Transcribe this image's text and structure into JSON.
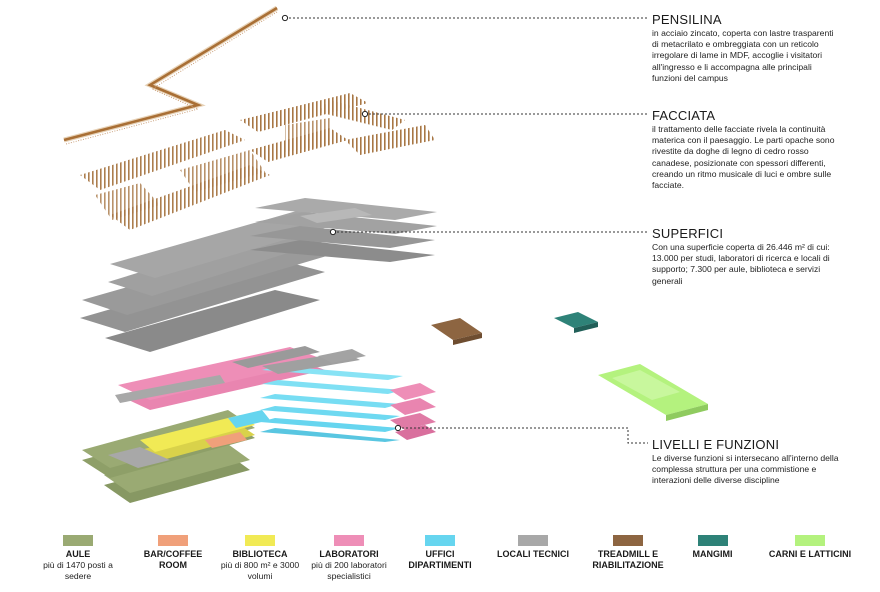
{
  "callouts": [
    {
      "title": "PENSILINA",
      "text": "in acciaio zincato, coperta con lastre trasparenti di metacrilato e ombreggiata con un reticolo irregolare di lame in MDF, accoglie i visitatori all'ingresso e li accompagna alle principali funzioni del campus"
    },
    {
      "title": "FACCIATA",
      "text": "il trattamento delle facciate rivela la continuità materica con il paesaggio. Le parti opache sono rivestite da doghe di legno di cedro rosso canadese, posizionate con spessori differenti, creando un ritmo musicale di luci e ombre sulle facciate."
    },
    {
      "title": "SUPERFICI",
      "text": "Con una superficie coperta di 26.446 m² di cui: 13.000 per studi, laboratori di ricerca e locali di supporto; 7.300 per aule, biblioteca e servizi generali"
    },
    {
      "title": "LIVELLI E FUNZIONI",
      "text": "Le diverse funzioni si intersecano all'interno della complessa struttura per una commistione e interazioni delle diverse discipline"
    }
  ],
  "legend": [
    {
      "title": "AULE",
      "sub": "più di 1470 posti a sedere",
      "color": "#9aaa73"
    },
    {
      "title": "BAR/COFFEE ROOM",
      "sub": "",
      "color": "#f0a07a"
    },
    {
      "title": "BIBLIOTECA",
      "sub": "più di 800 m² e 3000 volumi",
      "color": "#f1ea55"
    },
    {
      "title": "LABORATORI",
      "sub": "più di 200 laboratori specialistici",
      "color": "#ee8eb7"
    },
    {
      "title": "UFFICI DIPARTIMENTI",
      "sub": "",
      "color": "#66d5ef"
    },
    {
      "title": "LOCALI TECNICI",
      "sub": "",
      "color": "#a8a8a8"
    },
    {
      "title": "TREADMILL E RIABILITAZIONE",
      "sub": "",
      "color": "#8d6541"
    },
    {
      "title": "MANGIMI",
      "sub": "",
      "color": "#2e8278"
    },
    {
      "title": "CARNI E LATTICINI",
      "sub": "",
      "color": "#b4f27e"
    }
  ],
  "colors": {
    "canopy": "#a96f35",
    "facade": "#b98a57",
    "floor_gray": "#8e8e8e",
    "leader": "#333333"
  }
}
